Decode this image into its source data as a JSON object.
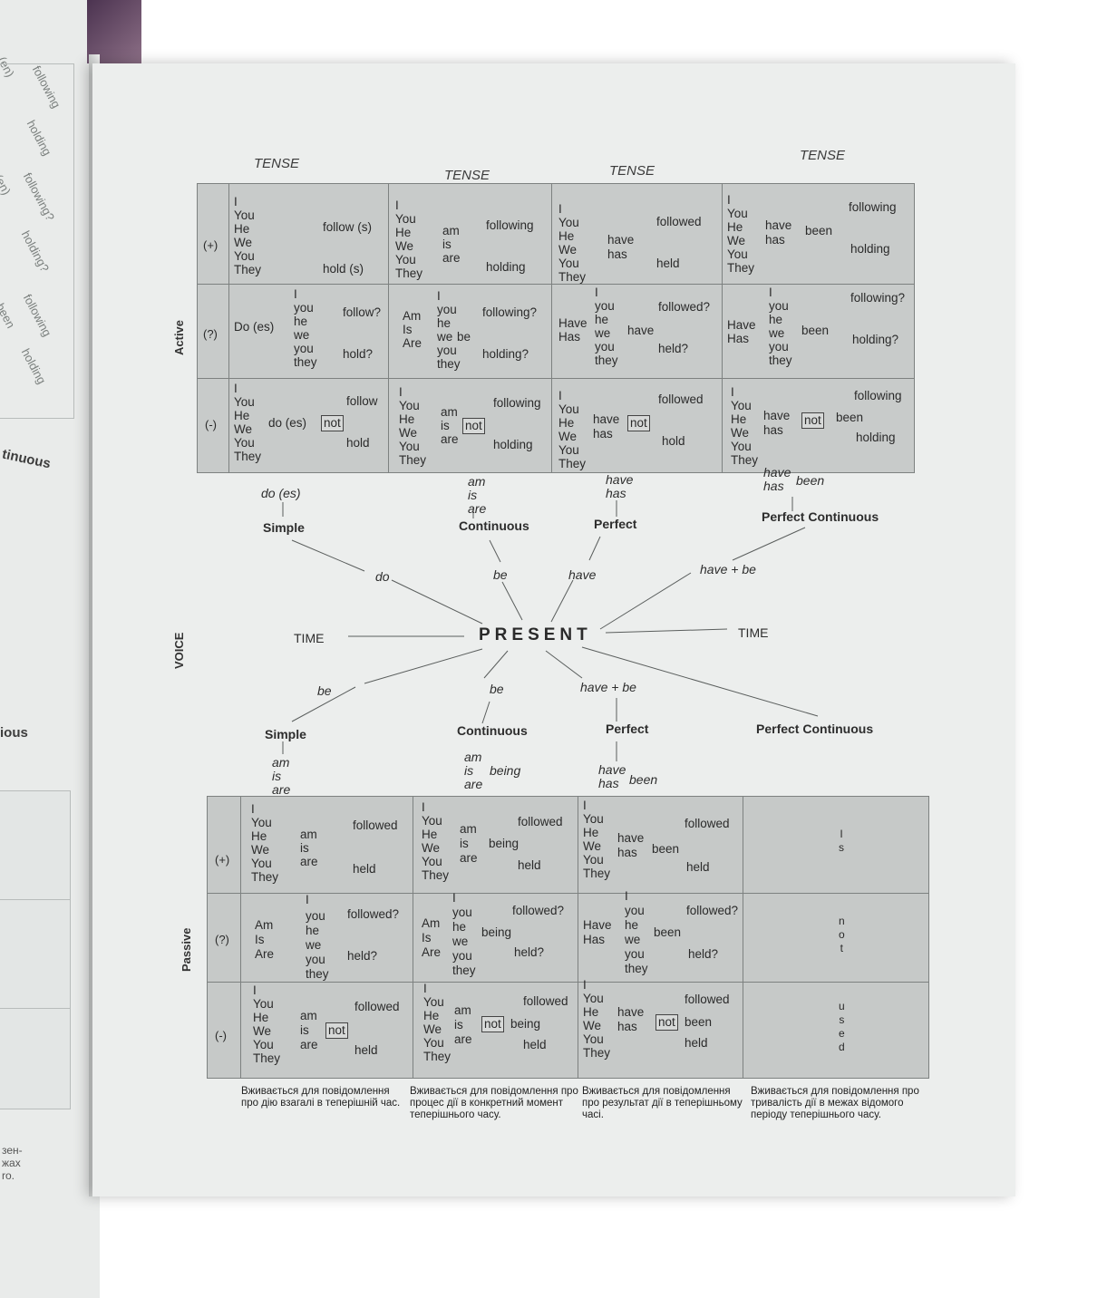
{
  "left_page": {
    "words": [
      "(en)",
      "following",
      "holding",
      "(en)",
      "following?",
      "holding?",
      "been",
      "following",
      "holding"
    ],
    "big": [
      "tinuous",
      "ious"
    ],
    "bottom": [
      "зен-",
      "жах",
      "ro."
    ]
  },
  "tense_headers": [
    "TENSE",
    "TENSE",
    "TENSE",
    "TENSE"
  ],
  "voice": {
    "active": "Active",
    "voice": "VOICE",
    "passive": "Passive"
  },
  "signs": {
    "plus": "(+)",
    "question": "(?)",
    "minus": "(-)"
  },
  "active": {
    "simple": {
      "pos": {
        "pronouns": [
          "I",
          "You",
          "He",
          "We",
          "You",
          "They"
        ],
        "v1": "follow (s)",
        "v2": "hold (s)"
      },
      "q": {
        "aux": "Do (es)",
        "pronouns": [
          "I",
          "you",
          "he",
          "we",
          "you",
          "they"
        ],
        "v1": "follow?",
        "v2": "hold?"
      },
      "neg": {
        "pronouns": [
          "I",
          "You",
          "He",
          "We",
          "You",
          "They"
        ],
        "aux": "do (es)",
        "not": "not",
        "v1": "follow",
        "v2": "hold"
      }
    },
    "continuous": {
      "pos": {
        "pronouns": [
          "I",
          "You",
          "He",
          "We",
          "You",
          "They"
        ],
        "aux": [
          "am",
          "is",
          "are"
        ],
        "v1": "following",
        "v2": "holding"
      },
      "q": {
        "aux": [
          "Am",
          "Is",
          "Are"
        ],
        "pronouns": [
          "I",
          "you",
          "he",
          "we",
          "you",
          "they"
        ],
        "be": "be",
        "v1": "following?",
        "v2": "holding?"
      },
      "neg": {
        "pronouns": [
          "I",
          "You",
          "He",
          "We",
          "You",
          "They"
        ],
        "aux": [
          "am",
          "is",
          "are"
        ],
        "not": "not",
        "v1": "following",
        "v2": "holding"
      }
    },
    "perfect": {
      "pos": {
        "pronouns": [
          "I",
          "You",
          "He",
          "We",
          "You",
          "They"
        ],
        "aux": [
          "have",
          "has"
        ],
        "v1": "followed",
        "v2": "held"
      },
      "q": {
        "aux": [
          "Have",
          "Has"
        ],
        "pronouns": [
          "I",
          "you",
          "he",
          "we",
          "you",
          "they"
        ],
        "have": "have",
        "v1": "followed?",
        "v2": "held?"
      },
      "neg": {
        "pronouns": [
          "I",
          "You",
          "He",
          "We",
          "You",
          "They"
        ],
        "aux": [
          "have",
          "has"
        ],
        "not": "not",
        "v1": "followed",
        "v2": "hold"
      }
    },
    "perfect_cont": {
      "pos": {
        "pronouns": [
          "I",
          "You",
          "He",
          "We",
          "You",
          "They"
        ],
        "aux": [
          "have",
          "has"
        ],
        "been": "been",
        "v1": "following",
        "v2": "holding"
      },
      "q": {
        "aux": [
          "Have",
          "Has"
        ],
        "pronouns": [
          "I",
          "you",
          "he",
          "we",
          "you",
          "they"
        ],
        "been": "been",
        "v1": "following?",
        "v2": "holding?"
      },
      "neg": {
        "pronouns": [
          "I",
          "You",
          "He",
          "We",
          "You",
          "They"
        ],
        "aux": [
          "have",
          "has"
        ],
        "not": "not",
        "been": "been",
        "v1": "following",
        "v2": "holding"
      }
    }
  },
  "diagram": {
    "do_es": "do (es)",
    "simple": "Simple",
    "cont_aux": [
      "am",
      "is",
      "are"
    ],
    "continuous": "Continuous",
    "perf_aux": [
      "have",
      "has"
    ],
    "perfect": "Perfect",
    "pc_aux": [
      "have",
      "has"
    ],
    "pc_been": "been",
    "perfect_continuous": "Perfect Continuous",
    "do": "do",
    "be": "be",
    "have": "have",
    "have_be": "have + be",
    "time": "TIME",
    "present": "PRESENT",
    "be_low": "be",
    "be_low2": "be",
    "have_be_low": "have + be",
    "simple_p": "Simple",
    "continuous_p": "Continuous",
    "perfect_p": "Perfect",
    "perfect_continuous_p": "Perfect Continuous",
    "simple_p_aux": [
      "am",
      "is",
      "are"
    ],
    "cont_p_aux": [
      "am",
      "is",
      "are"
    ],
    "cont_p_being": "being",
    "perf_p_aux": [
      "have",
      "has"
    ],
    "perf_p_been": "been"
  },
  "passive": {
    "simple": {
      "pos": {
        "pronouns": [
          "I",
          "You",
          "He",
          "We",
          "You",
          "They"
        ],
        "aux": [
          "am",
          "is",
          "are"
        ],
        "v1": "followed",
        "v2": "held"
      },
      "q": {
        "aux": [
          "Am",
          "Is",
          "Are"
        ],
        "pronouns": [
          "I",
          "you",
          "he",
          "we",
          "you",
          "they"
        ],
        "v1": "followed?",
        "v2": "held?"
      },
      "neg": {
        "pronouns": [
          "I",
          "You",
          "He",
          "We",
          "You",
          "They"
        ],
        "aux": [
          "am",
          "is",
          "are"
        ],
        "not": "not",
        "v1": "followed",
        "v2": "held"
      }
    },
    "continuous": {
      "pos": {
        "pronouns": [
          "I",
          "You",
          "He",
          "We",
          "You",
          "They"
        ],
        "aux": [
          "am",
          "is",
          "are"
        ],
        "being": "being",
        "v1": "followed",
        "v2": "held"
      },
      "q": {
        "aux": [
          "Am",
          "Is",
          "Are"
        ],
        "pronouns": [
          "I",
          "you",
          "he",
          "we",
          "you",
          "they"
        ],
        "being": "being",
        "v1": "followed?",
        "v2": "held?"
      },
      "neg": {
        "pronouns": [
          "I",
          "You",
          "He",
          "We",
          "You",
          "They"
        ],
        "aux": [
          "am",
          "is",
          "are"
        ],
        "not": "not",
        "being": "being",
        "v1": "followed",
        "v2": "held"
      }
    },
    "perfect": {
      "pos": {
        "pronouns": [
          "I",
          "You",
          "He",
          "We",
          "You",
          "They"
        ],
        "aux": [
          "have",
          "has"
        ],
        "been": "been",
        "v1": "followed",
        "v2": "held"
      },
      "q": {
        "aux": [
          "Have",
          "Has"
        ],
        "pronouns": [
          "I",
          "you",
          "he",
          "we",
          "you",
          "they"
        ],
        "been": "been",
        "v1": "followed?",
        "v2": "held?"
      },
      "neg": {
        "pronouns": [
          "I",
          "You",
          "He",
          "We",
          "You",
          "They"
        ],
        "aux": [
          "have",
          "has"
        ],
        "not": "not",
        "been": "been",
        "v1": "followed",
        "v2": "held"
      }
    },
    "perfect_cont": {
      "top": [
        "I",
        "s"
      ],
      "mid": [
        "n",
        "o",
        "t"
      ],
      "bottom": [
        "u",
        "s",
        "e",
        "d"
      ]
    }
  },
  "notes": [
    "Вживається для повідомлення про дію взагалі в теперішній час.",
    "Вживається для повідомлення про процес дії в конкретний момент теперішнього часу.",
    "Вживається для повідомлення про результат дії в теперішньому часі.",
    "Вживається для повідомлення про тривалість дії в межах відомого періоду теперішнього часу."
  ]
}
